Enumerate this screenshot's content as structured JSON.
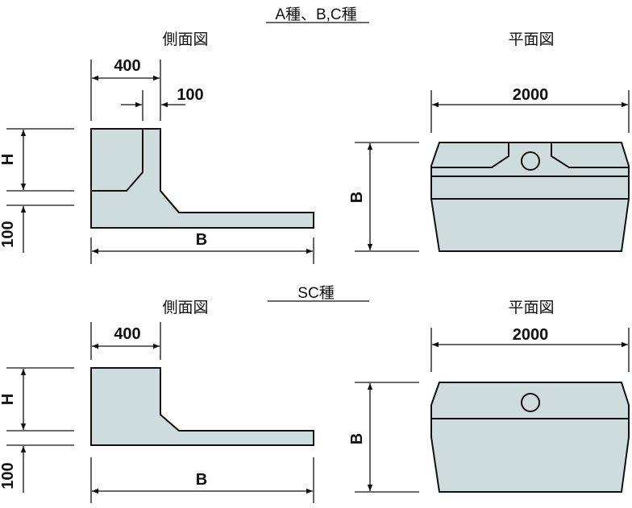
{
  "sections": [
    {
      "title": "A種、B,C種",
      "side_view_label": "側面図",
      "plan_view_label": "平面図",
      "dimensions": {
        "top_width": "400",
        "stem": "100",
        "height": "H",
        "base_thickness": "100",
        "base_length": "B",
        "plan_length": "2000",
        "plan_width": "B"
      }
    },
    {
      "title": "SC種",
      "side_view_label": "側面図",
      "plan_view_label": "平面図",
      "dimensions": {
        "top_width": "400",
        "height": "H",
        "base_thickness": "100",
        "base_length": "B",
        "plan_length": "2000",
        "plan_width": "B"
      }
    }
  ],
  "colors": {
    "concrete_fill": "#cfdcdd",
    "line": "#111111"
  }
}
